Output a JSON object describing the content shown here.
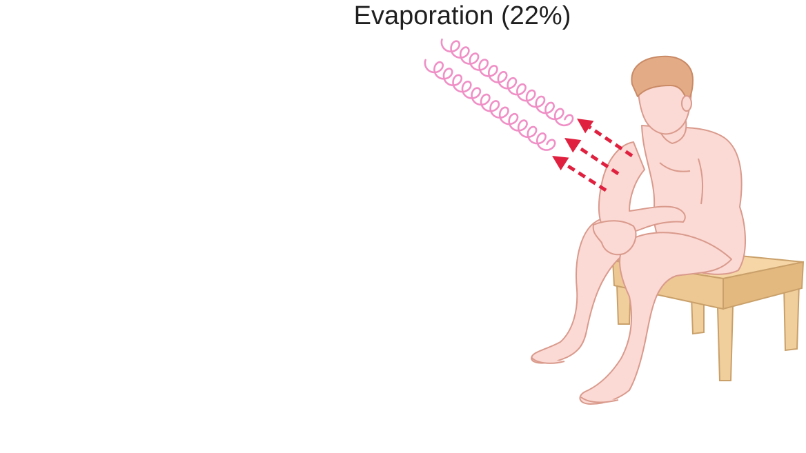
{
  "diagram": {
    "title": "Evaporation (22%)",
    "colors": {
      "background": "#ffffff",
      "skin": "#fbd9d4",
      "skin_outline": "#d99a8c",
      "hair": "#e3ab86",
      "stool_top": "#f6d6a6",
      "stool_side": "#e9c28d",
      "stool_outline": "#c9a06a",
      "vapor_coil": "#ef8fc6",
      "arrow": "#e0203f"
    },
    "icons": [
      "seated-person",
      "stool",
      "vapor-coil",
      "dashed-arrow"
    ]
  }
}
